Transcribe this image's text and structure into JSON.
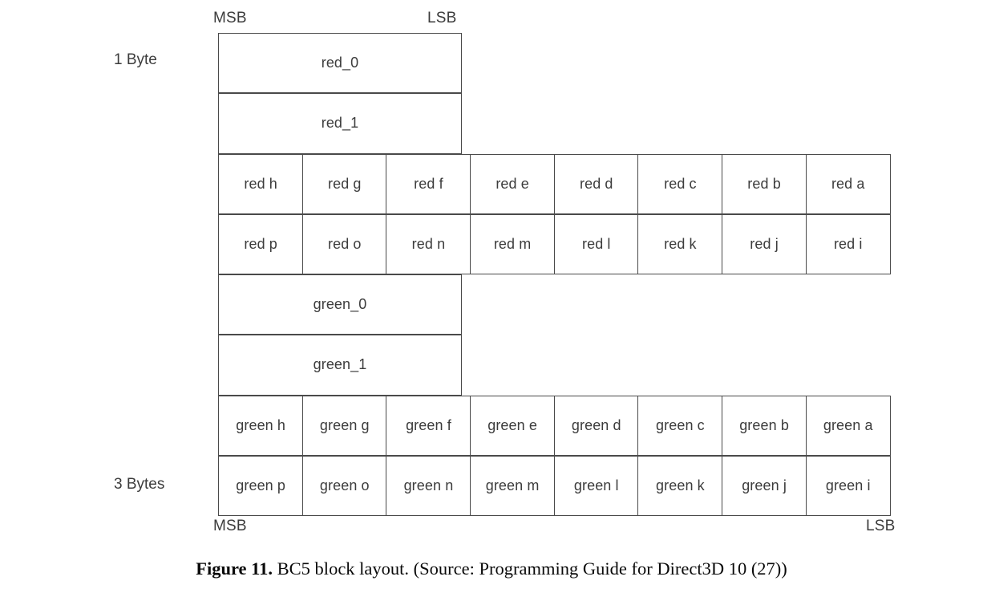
{
  "figure": {
    "corner_labels": {
      "msb_top": "MSB",
      "lsb_top": "LSB",
      "msb_bottom": "MSB",
      "lsb_bottom": "LSB"
    },
    "side_labels": {
      "top": "1 Byte",
      "bottom": "3 Bytes"
    },
    "caption": {
      "label": "Figure 11.",
      "text": " BC5 block layout. (Source: Programming Guide for Direct3D 10 (27))"
    },
    "colors": {
      "border": "#4a4a4a",
      "text": "#3c3c3c",
      "caption_text": "#0a0a0a",
      "background": "#ffffff"
    },
    "rows": [
      {
        "kind": "byte",
        "name": "red-0-row",
        "cells": [
          "red_0"
        ]
      },
      {
        "kind": "byte",
        "name": "red-1-row",
        "cells": [
          "red_1"
        ]
      },
      {
        "kind": "bits",
        "name": "red-bits-high-row",
        "cells": [
          "red h",
          "red g",
          "red f",
          "red e",
          "red d",
          "red c",
          "red b",
          "red a"
        ]
      },
      {
        "kind": "bits",
        "name": "red-bits-low-row",
        "cells": [
          "red p",
          "red o",
          "red n",
          "red m",
          "red l",
          "red k",
          "red j",
          "red i"
        ]
      },
      {
        "kind": "byte",
        "name": "green-0-row",
        "cells": [
          "green_0"
        ]
      },
      {
        "kind": "byte",
        "name": "green-1-row",
        "cells": [
          "green_1"
        ]
      },
      {
        "kind": "bits",
        "name": "green-bits-high-row",
        "cells": [
          "green h",
          "green g",
          "green f",
          "green e",
          "green d",
          "green c",
          "green b",
          "green a"
        ]
      },
      {
        "kind": "bits",
        "name": "green-bits-low-row",
        "cells": [
          "green p",
          "green o",
          "green n",
          "green m",
          "green l",
          "green k",
          "green j",
          "green i"
        ]
      }
    ]
  }
}
